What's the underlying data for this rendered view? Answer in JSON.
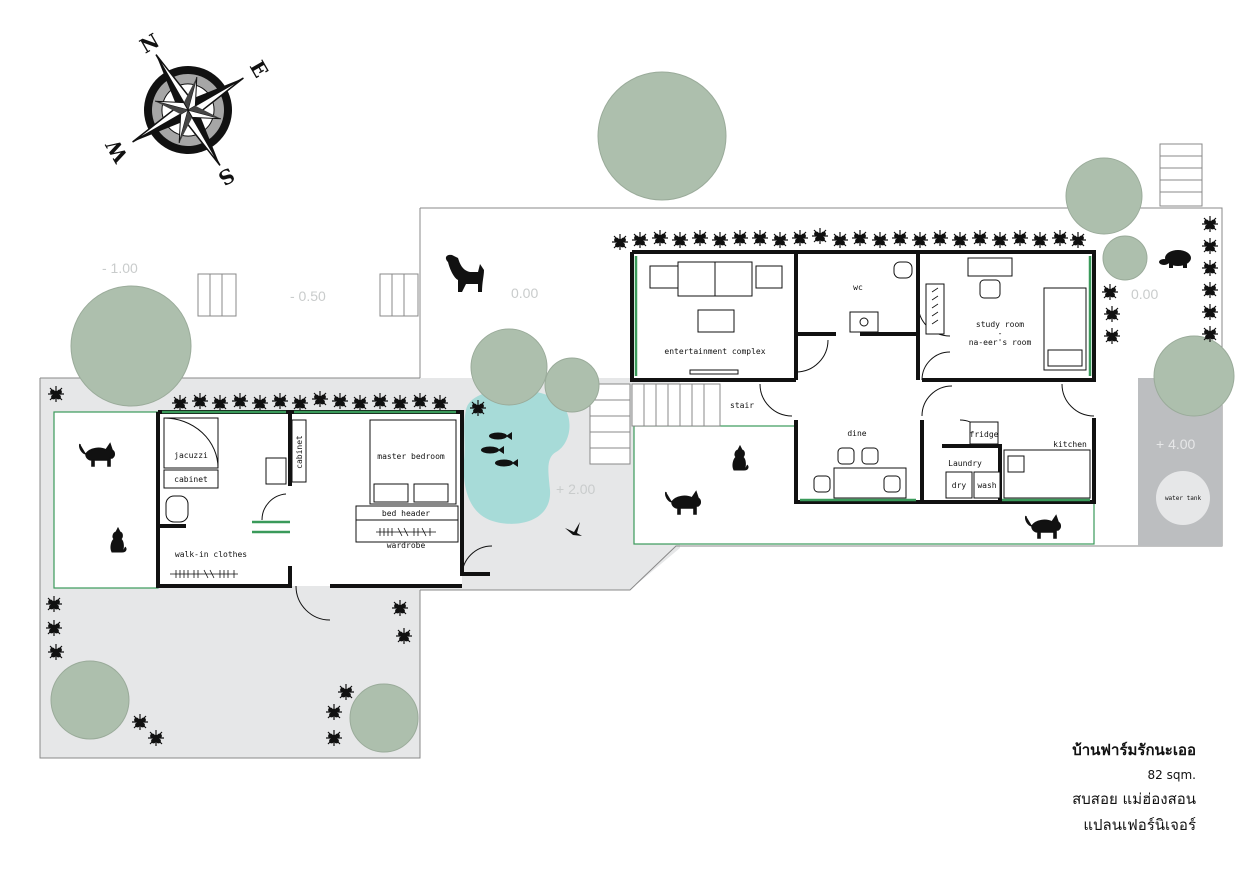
{
  "rooms": {
    "entertainment": "entertainment complex",
    "wc": "wc",
    "study_line1": "study room",
    "study_line2": "-",
    "study_line3": "na-eer's room",
    "stair": "stair",
    "dine": "dine",
    "fridge": "fridge",
    "laundry": "Laundry",
    "dry": "dry",
    "wash": "wash",
    "kitchen": "kitchen",
    "jacuzzi": "jacuzzi",
    "cabinet_bath": "cabinet",
    "cabinet_vertical": "cabinet",
    "master_bedroom": "master bedroom",
    "bed_header": "bed header",
    "wardrobe": "wardrobe",
    "walk_in": "walk-in clothes",
    "water_tank": "water tank"
  },
  "levels": {
    "l_minus_100": "- 1.00",
    "l_minus_050": "- 0.50",
    "l_000_a": "0.00",
    "l_000_b": "0.00",
    "l_plus_200": "+ 2.00",
    "l_plus_400": "+ 4.00"
  },
  "compass": {
    "n": "N",
    "e": "E",
    "s": "S",
    "w": "W"
  },
  "title_block": {
    "name": "บ้านฟาร์มรักนะเออ",
    "area": "82 sqm.",
    "location": "สบสอย แม่ฮ่องสอน",
    "subtitle": "แปลนเฟอร์นิเจอร์"
  },
  "colors": {
    "tree": "#adbfad",
    "pond": "#a7dbd8",
    "floor": "#e6e7e8",
    "terrace": "#bcbec0",
    "window": "#3a9a5a",
    "wall": "#111111"
  }
}
